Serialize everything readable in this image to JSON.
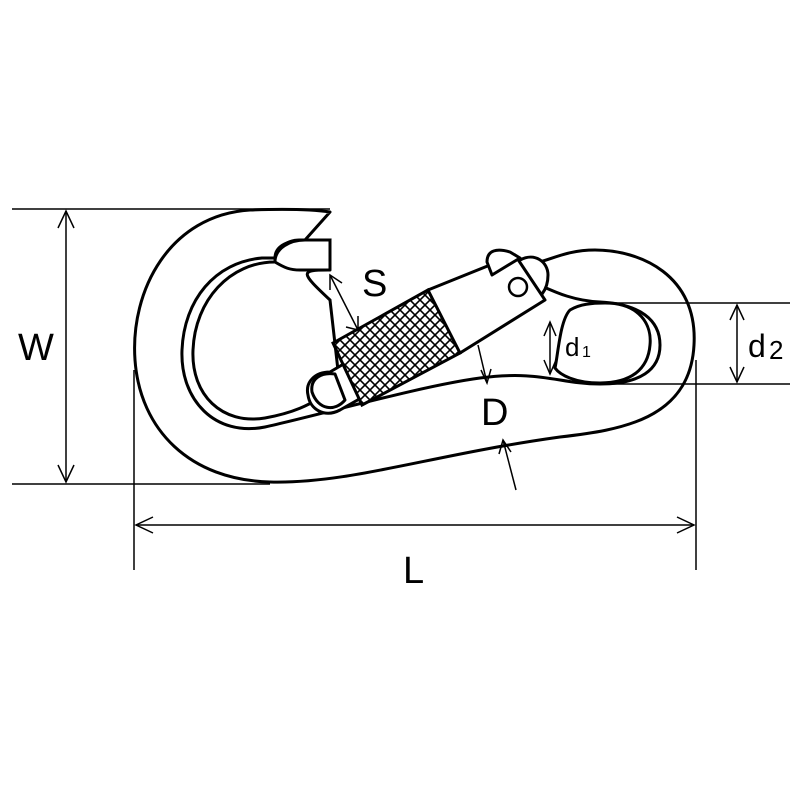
{
  "labels": {
    "width": "W",
    "length": "L",
    "gate_gap": "S",
    "wire": "D",
    "d1_main": "d",
    "d1_sub": "1",
    "d2_main": "d",
    "d2_sub": "2"
  },
  "colors": {
    "ink": "#000000",
    "background": "#ffffff"
  }
}
